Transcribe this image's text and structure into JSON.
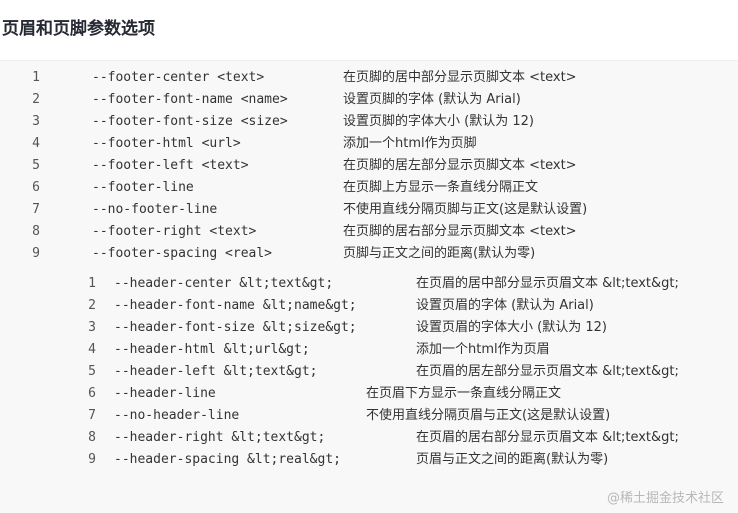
{
  "title": "页眉和页脚参数选项",
  "footer_lines": [
    {
      "num": "1",
      "option": "--footer-center <text>",
      "desc": "在页脚的居中部分显示页脚文本 <text>"
    },
    {
      "num": "2",
      "option": "--footer-font-name <name>",
      "desc": "设置页脚的字体 (默认为 Arial)"
    },
    {
      "num": "3",
      "option": "--footer-font-size <size>",
      "desc": "设置页脚的字体大小 (默认为 12)"
    },
    {
      "num": "4",
      "option": "--footer-html <url>",
      "desc": "添加一个html作为页脚"
    },
    {
      "num": "5",
      "option": "--footer-left <text>",
      "desc": "在页脚的居左部分显示页脚文本 <text>"
    },
    {
      "num": "6",
      "option": "--footer-line",
      "desc": "在页脚上方显示一条直线分隔正文"
    },
    {
      "num": "7",
      "option": "--no-footer-line",
      "desc": "不使用直线分隔页脚与正文(这是默认设置)"
    },
    {
      "num": "8",
      "option": "--footer-right <text>",
      "desc": "在页脚的居右部分显示页脚文本 <text>"
    },
    {
      "num": "9",
      "option": "--footer-spacing <real>",
      "desc": "页脚与正文之间的距离(默认为零)"
    }
  ],
  "header_lines": [
    {
      "num": "1",
      "option": "--header-center &lt;text&gt;",
      "desc": "在页眉的居中部分显示页眉文本 &lt;text&gt;"
    },
    {
      "num": "2",
      "option": "--header-font-name &lt;name&gt;",
      "desc": "设置页眉的字体 (默认为 Arial)"
    },
    {
      "num": "3",
      "option": "--header-font-size &lt;size&gt;",
      "desc": "设置页眉的字体大小 (默认为 12)"
    },
    {
      "num": "4",
      "option": "--header-html &lt;url&gt;",
      "desc": "添加一个html作为页眉"
    },
    {
      "num": "5",
      "option": "--header-left &lt;text&gt;",
      "desc": "在页眉的居左部分显示页眉文本 &lt;text&gt;"
    },
    {
      "num": "6",
      "option": "--header-line",
      "desc": "在页眉下方显示一条直线分隔正文"
    },
    {
      "num": "7",
      "option": "--no-header-line",
      "desc": "不使用直线分隔页眉与正文(这是默认设置)"
    },
    {
      "num": "8",
      "option": "--header-right &lt;text&gt;",
      "desc": "在页眉的居右部分显示页眉文本 &lt;text&gt;"
    },
    {
      "num": "9",
      "option": "--header-spacing &lt;real&gt;",
      "desc": "页眉与正文之间的距离(默认为零)"
    }
  ],
  "watermark": "@稀土掘金技术社区"
}
